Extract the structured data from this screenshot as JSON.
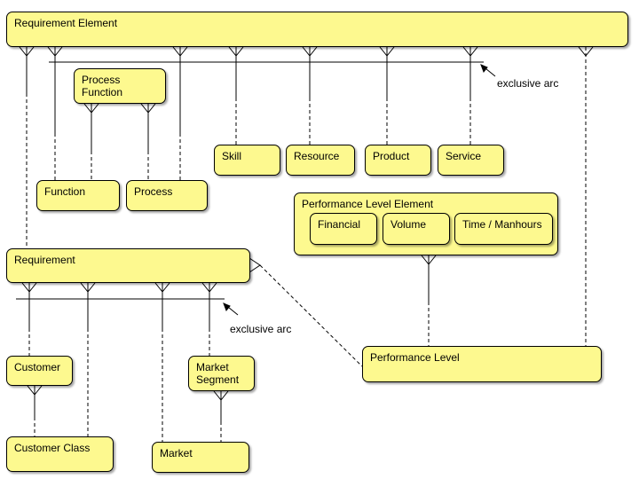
{
  "entities": {
    "requirement_element": "Requirement Element",
    "process_function": "Process\nFunction",
    "function": "Function",
    "process": "Process",
    "skill": "Skill",
    "resource": "Resource",
    "product": "Product",
    "service": "Service",
    "performance_level_element": "Performance Level Element",
    "financial": "Financial",
    "volume": "Volume",
    "time_manhours": "Time / Manhours",
    "requirement": "Requirement",
    "customer": "Customer",
    "market_segment": "Market\nSegment",
    "customer_class": "Customer Class",
    "market": "Market",
    "performance_level": "Performance Level"
  },
  "annotations": {
    "arc_top": "exclusive arc",
    "arc_bottom": "exclusive arc"
  },
  "colors": {
    "box_fill": "#fdf98f",
    "stroke": "#000000"
  }
}
